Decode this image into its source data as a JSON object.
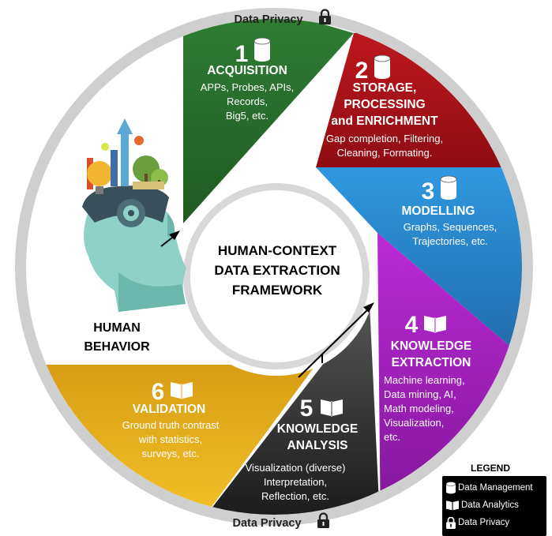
{
  "center": {
    "line1": "HUMAN-CONTEXT",
    "line2": "DATA EXTRACTION",
    "line3": "FRAMEWORK"
  },
  "privacy": {
    "top": "Data Privacy",
    "bottom": "Data Privacy"
  },
  "human": {
    "line1": "HUMAN",
    "line2": "BEHAVIOR"
  },
  "stages": [
    {
      "number": "1",
      "title": [
        "ACQUISITION"
      ],
      "items": [
        "APPs, Probes, APIs,",
        "Records,",
        "Big5, etc."
      ],
      "color": "#2a6e2d",
      "icon": "database-icon"
    },
    {
      "number": "2",
      "title": [
        "STORAGE,",
        "PROCESSING",
        "and ENRICHMENT"
      ],
      "items": [
        "Gap completion, Filtering,",
        "Cleaning, Formating."
      ],
      "color": "#b8141a",
      "icon": "database-icon"
    },
    {
      "number": "3",
      "title": [
        "MODELLING"
      ],
      "items": [
        "Graphs, Sequences,",
        "Trajectories, etc."
      ],
      "color": "#2b87cc",
      "icon": "database-icon"
    },
    {
      "number": "4",
      "title": [
        "KNOWLEDGE",
        "EXTRACTION"
      ],
      "items": [
        "Machine learning,",
        "Data mining, AI,",
        "Math modeling,",
        "Visualization,",
        "etc."
      ],
      "color": "#a81fc4",
      "icon": "book-icon"
    },
    {
      "number": "5",
      "title": [
        "KNOWLEDGE",
        "ANALYSIS"
      ],
      "items": [
        "Visualization (diverse)",
        "Interpretation,",
        "Reflection, etc."
      ],
      "color": "#2c2c2c",
      "icon": "book-icon"
    },
    {
      "number": "6",
      "title": [
        "VALIDATION"
      ],
      "items": [
        "Ground truth contrast",
        "with statistics,",
        "surveys, etc."
      ],
      "color": "#e4ac17",
      "icon": "book-icon"
    }
  ],
  "legend": {
    "title": "LEGEND",
    "items": [
      {
        "label": "Data Management",
        "icon": "database-icon"
      },
      {
        "label": "Data Analytics",
        "icon": "book-icon"
      },
      {
        "label": "Data Privacy",
        "icon": "lock-icon"
      }
    ]
  }
}
